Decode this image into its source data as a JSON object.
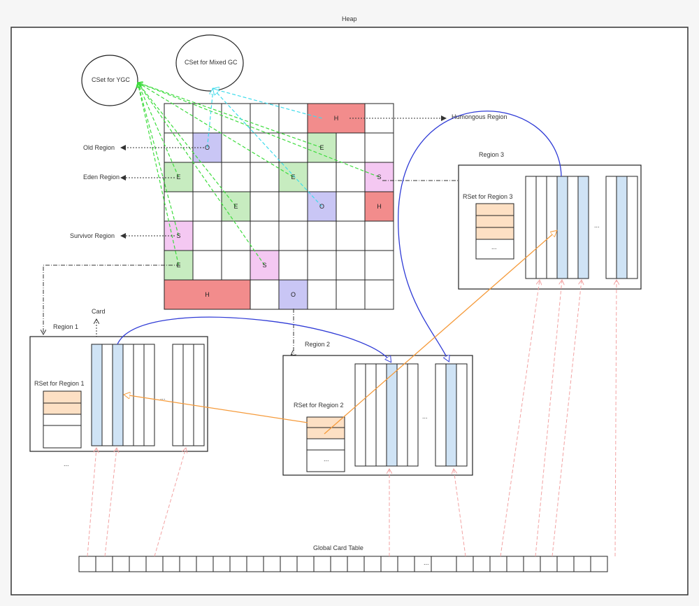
{
  "title": "Heap",
  "cset_ygc": "CSet for YGC",
  "cset_mixed": "CSet for Mixed GC",
  "legend": {
    "humongous": "Humongous Region",
    "old": "Old Region",
    "eden": "Eden Region",
    "survivor": "Survivor Region"
  },
  "grid": {
    "rows": [
      [
        "",
        "",
        "",
        "",
        "",
        "H",
        "H",
        ""
      ],
      [
        "",
        "O",
        "",
        "",
        "",
        "E",
        "",
        ""
      ],
      [
        "E",
        "",
        "",
        "",
        "E",
        "",
        "",
        "S"
      ],
      [
        "",
        "",
        "E",
        "",
        "",
        "O",
        "",
        "H"
      ],
      [
        "S",
        "",
        "",
        "",
        "",
        "",
        "",
        ""
      ],
      [
        "E",
        "",
        "",
        "S",
        "",
        "",
        "",
        ""
      ],
      [
        "H",
        "H",
        "H",
        "",
        "O",
        "",
        "",
        ""
      ]
    ],
    "h_label": "H",
    "big_h_label": "H",
    "o_label": "O"
  },
  "region1": {
    "title": "Region 1",
    "card_label": "Card",
    "rset_label": "RSet for Region 1",
    "ellipsis_inner": "...",
    "ellipsis_below": "..."
  },
  "region2": {
    "title": "Region 2",
    "rset_label": "RSet for Region 2",
    "ellipsis_inner": "...",
    "ellipsis_rset": "..."
  },
  "region3": {
    "title": "Region 3",
    "rset_label": "RSet for Region 3",
    "ellipsis_inner": "...",
    "ellipsis_rset": "..."
  },
  "global_card_table": {
    "title": "Global Card Table",
    "ellipsis": "..."
  },
  "colors": {
    "humongous": "#f28c8c",
    "old": "#c9c6f5",
    "eden": "#c7ecc0",
    "survivor": "#f4c8f2",
    "card_hi": "#cfe3f5",
    "rset_fill": "#fde0c4",
    "green_line": "#3ddc3d",
    "cyan_line": "#3fdcec",
    "blue_line": "#2f3bd6",
    "orange_line": "#f59a3a",
    "pink_line": "#f2a2a2"
  }
}
